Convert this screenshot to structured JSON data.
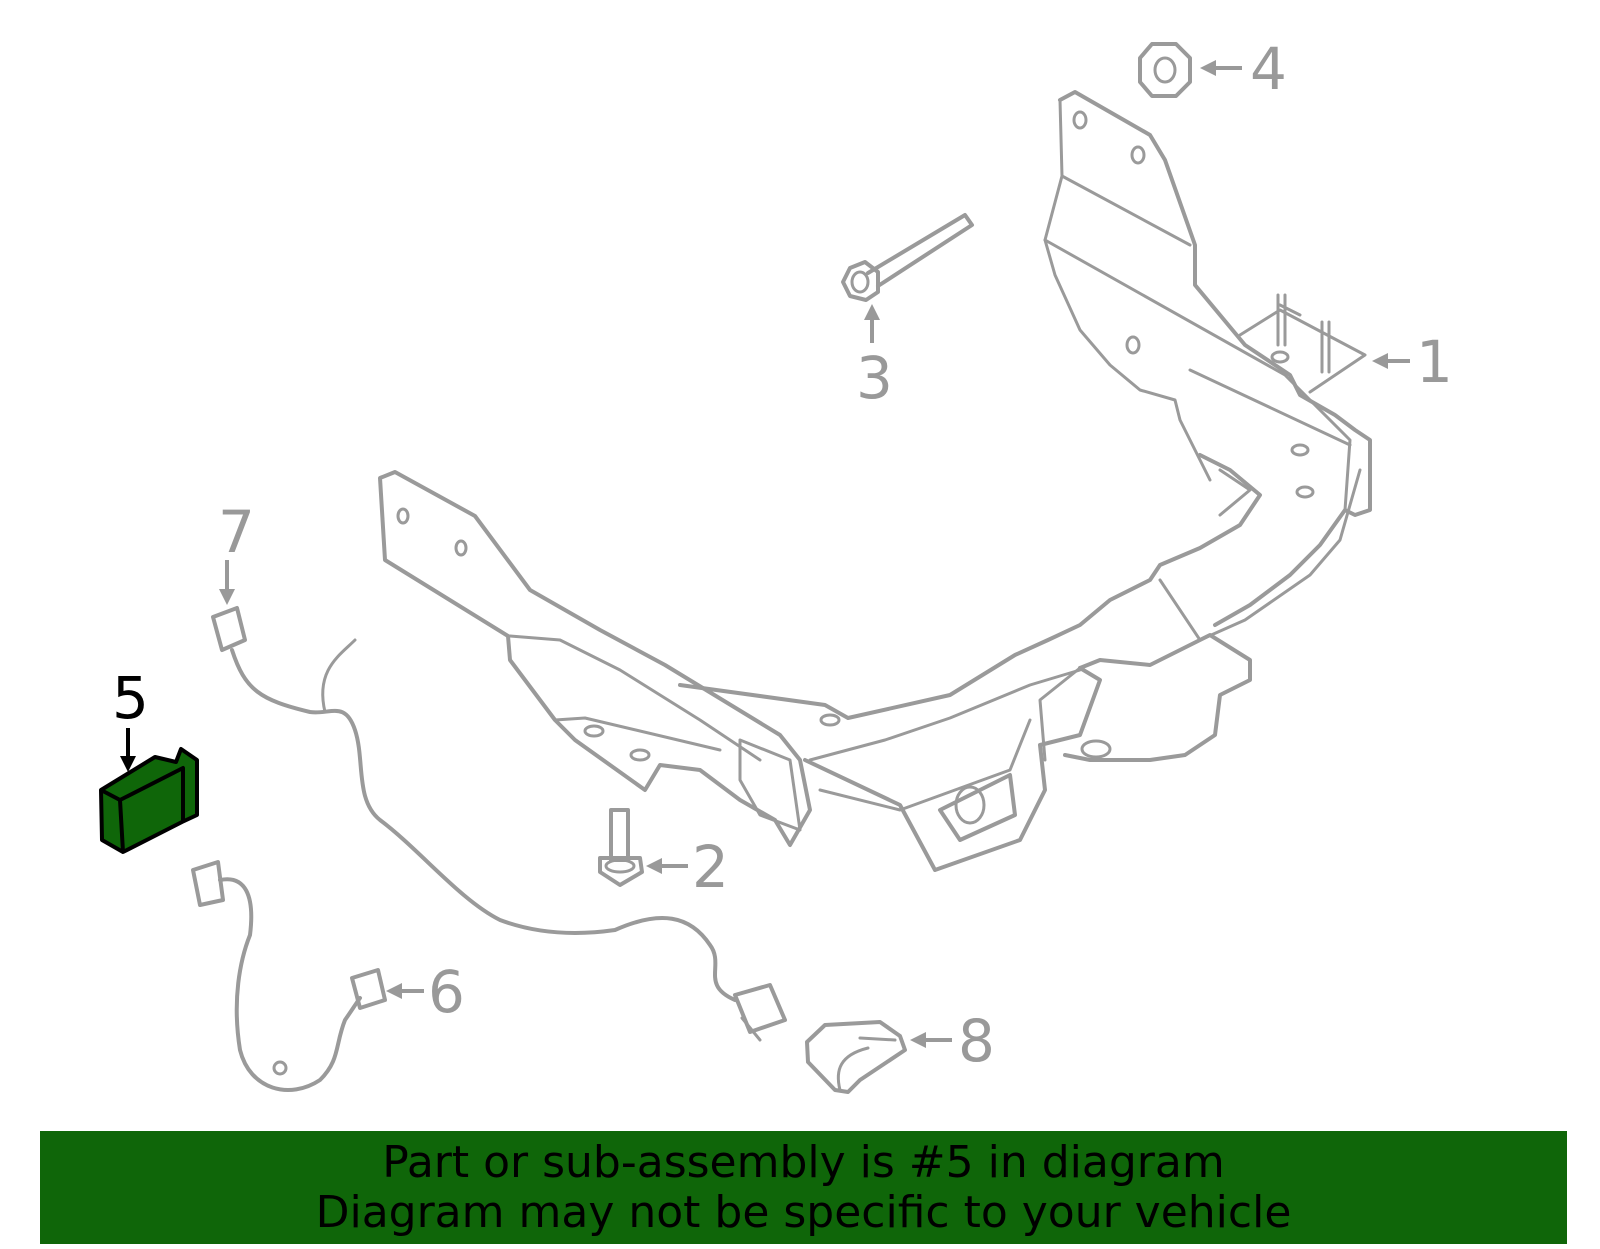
{
  "callouts": {
    "c1": "1",
    "c2": "2",
    "c3": "3",
    "c4": "4",
    "c5": "5",
    "c6": "6",
    "c7": "7",
    "c8": "8"
  },
  "highlight": {
    "part_number": "5",
    "color": "#0f6609",
    "banner_color": "#0f6609"
  },
  "banner": {
    "line1": "Part or sub-assembly is #5 in diagram",
    "line2": "Diagram may not be specific to your vehicle"
  }
}
